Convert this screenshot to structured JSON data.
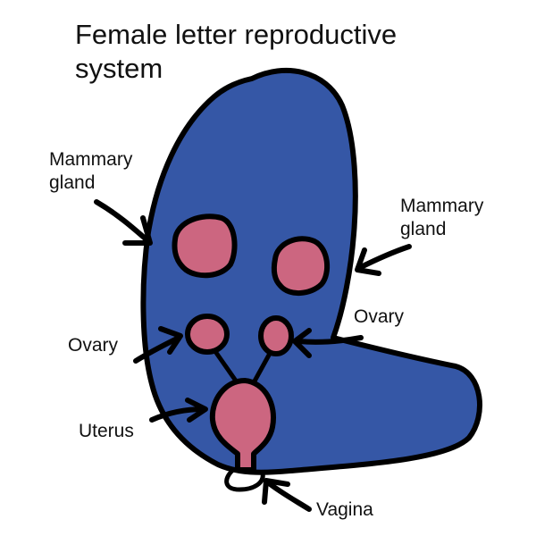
{
  "title": "Female letter reproductive system",
  "labels": {
    "mammary_left": "Mammary gland",
    "mammary_right": "Mammary gland",
    "ovary_left": "Ovary",
    "ovary_right": "Ovary",
    "uterus": "Uterus",
    "vagina": "Vagina"
  },
  "colors": {
    "body": "#3557a6",
    "organ": "#cc6680",
    "outline": "#000000"
  }
}
